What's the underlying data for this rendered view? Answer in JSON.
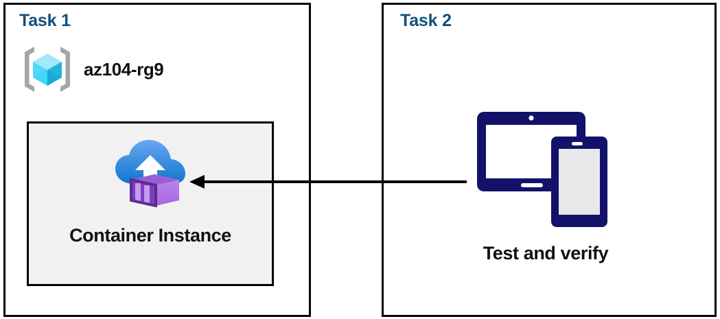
{
  "diagram": {
    "title": "Azure Container Instance task flow",
    "background": "#ffffff"
  },
  "colors": {
    "task_title": "#10507f",
    "panel_border": "#000000",
    "inner_box_bg": "#f1f1f1",
    "label_text": "#111111",
    "arrow": "#000000",
    "rg_bracket": "#a6a6a6",
    "rg_cube_light": "#9fe9fb",
    "rg_cube_mid": "#3fd6f7",
    "rg_cube_dark": "#1ba9d6",
    "cloud_top": "#5ea0ef",
    "cloud_bottom": "#0f7ed0",
    "container_light": "#b77ce8",
    "container_mid": "#9a5fd6",
    "container_dark": "#5c2d91",
    "device_navy": "#12126b",
    "device_screen": "#e8e8ea"
  },
  "task1": {
    "title": "Task 1",
    "resource_group": {
      "icon": "resource-group-icon",
      "label": "az104-rg9"
    },
    "container_instance": {
      "icon": "container-instance-icon",
      "label": "Container Instance"
    }
  },
  "task2": {
    "title": "Task 2",
    "devices": {
      "icon": "tablet-phone-icon",
      "label": "Test and verify"
    }
  },
  "connector": {
    "name": "flow-arrow",
    "direction": "right-to-left",
    "from": "Test and verify",
    "to": "Container Instance"
  }
}
